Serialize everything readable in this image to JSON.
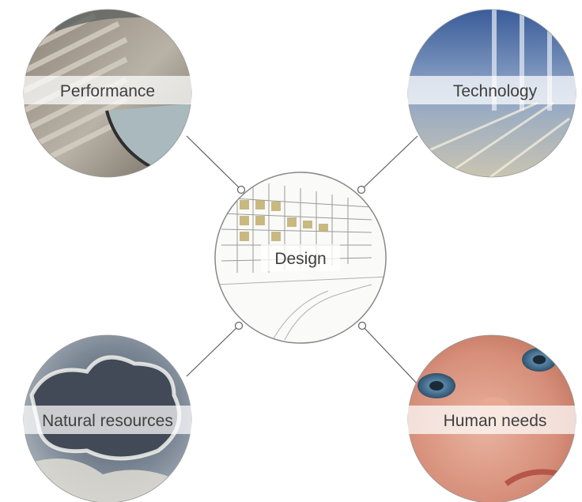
{
  "diagram": {
    "center": {
      "label": "Design",
      "image": "building-facade-sketch"
    },
    "nodes": [
      {
        "id": "performance",
        "label": "Performance",
        "image": "curved-glass-architecture"
      },
      {
        "id": "technology",
        "label": "Technology",
        "image": "glass-corridor-light"
      },
      {
        "id": "natural-resources",
        "label": "Natural resources",
        "image": "cloud-sky-sunlight"
      },
      {
        "id": "human-needs",
        "label": "Human needs",
        "image": "baby-face-closeup"
      }
    ]
  }
}
